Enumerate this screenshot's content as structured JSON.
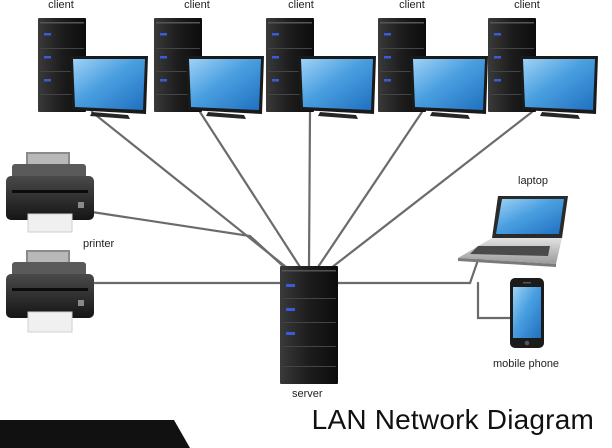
{
  "title": "LAN Network Diagram",
  "labels": {
    "client": "client",
    "printer": "printer",
    "laptop": "laptop",
    "mobile_phone": "mobile phone",
    "server": "server"
  },
  "colors": {
    "tower": "#1c1c1c",
    "tower_light": "#3a3a3a",
    "led": "#3b5bd6",
    "screen": "#3f8fd6",
    "cable": "#6b6b6b",
    "title_bar": "#111111"
  }
}
